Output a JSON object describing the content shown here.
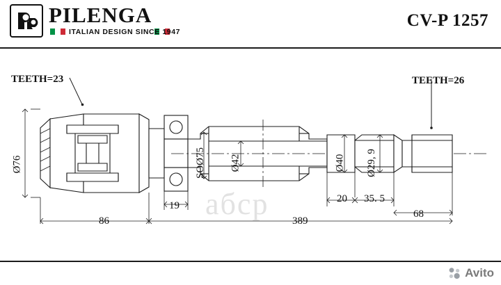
{
  "header": {
    "brand": "PILENGA",
    "tagline": "ITALIAN DESIGN SINCE 1947",
    "part_number": "CV-P 1257",
    "logo_icon": "qp-monogram-logo",
    "flag_colors": [
      "#009246",
      "#ffffff",
      "#ce2b37"
    ]
  },
  "drawing": {
    "title_left": "TEETH=23",
    "title_right": "TEETH=26",
    "dimensions": {
      "diameter_outer_left": "Ø76",
      "diameter_so75": "SOØ75",
      "diameter_42": "Ø42",
      "diameter_40": "Ø40",
      "diameter_29_9": "Ø29, 9",
      "len_19": "19",
      "len_86": "86",
      "len_389": "389",
      "len_20": "20",
      "len_35_5": "35. 5",
      "len_68": "68"
    },
    "watermark": "абср"
  },
  "footer": {
    "avito_label": "Avito",
    "avito_icon": "avito-logo-icon"
  }
}
